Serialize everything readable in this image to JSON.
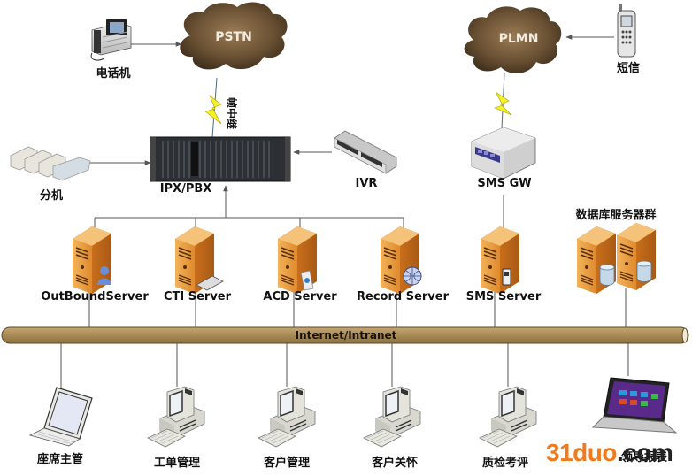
{
  "diagram": {
    "clouds": {
      "pstn": "PSTN",
      "plmn": "PLMN"
    },
    "trunk_label": "帧中继",
    "devices": {
      "phone": "电话机",
      "extensions": "分机",
      "pbx": "IPX/PBX",
      "ivr": "IVR",
      "sms_gw": "SMS GW",
      "mobile": "短信",
      "db_cluster": "数据库服务器群"
    },
    "servers": [
      {
        "label": "OutBoundServer",
        "badge": "user-icon"
      },
      {
        "label": "CTI Server",
        "badge": "switch-icon"
      },
      {
        "label": "ACD Server",
        "badge": "document-icon"
      },
      {
        "label": "Record Server",
        "badge": "globe-icon"
      },
      {
        "label": "SMS Server",
        "badge": "mobile-icon"
      }
    ],
    "bus_label": "Internet/Intranet",
    "clients": [
      {
        "label": "座席主管",
        "type": "laptop"
      },
      {
        "label": "工单管理",
        "type": "desktop"
      },
      {
        "label": "客户管理",
        "type": "desktop"
      },
      {
        "label": "客户关怀",
        "type": "desktop"
      },
      {
        "label": "质检考评",
        "type": "desktop"
      },
      {
        "label": "领导报表",
        "type": "modern-laptop"
      }
    ],
    "watermark": {
      "orange": "31duo",
      "dark": ".com"
    },
    "colors": {
      "bus": "#a88a55",
      "server": "#e8963a",
      "cloud": "#6b5234",
      "line": "#555555",
      "lightning": "#f5f02a",
      "watermark": "#f07a1e"
    }
  }
}
